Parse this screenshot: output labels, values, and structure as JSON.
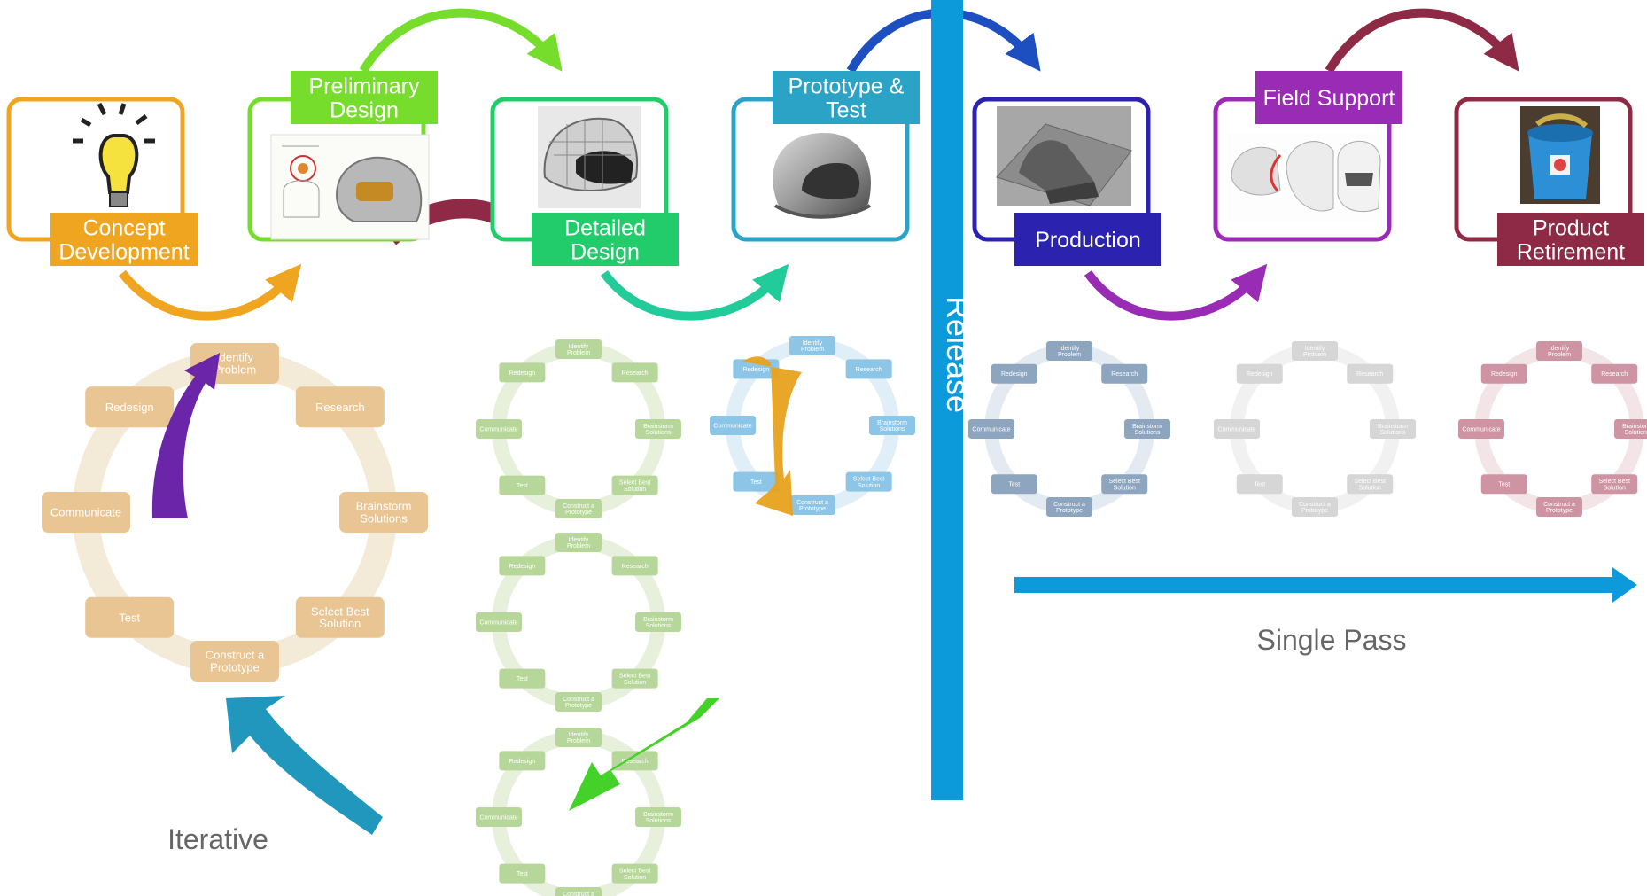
{
  "stages": [
    {
      "id": "concept",
      "label_lines": [
        "Concept",
        "Development"
      ],
      "color": "#F0A521"
    },
    {
      "id": "preliminary",
      "label_lines": [
        "Preliminary",
        "Design"
      ],
      "color": "#77DD2C"
    },
    {
      "id": "detailed",
      "label_lines": [
        "Detailed",
        "Design"
      ],
      "color": "#22CC6A"
    },
    {
      "id": "prototype",
      "label_lines": [
        "Prototype &",
        "Test"
      ],
      "color": "#2AA3C7"
    },
    {
      "id": "production",
      "label_lines": [
        "Production"
      ],
      "color": "#2B22B0"
    },
    {
      "id": "field",
      "label_lines": [
        "Field Support"
      ],
      "color": "#9A2BB5"
    },
    {
      "id": "retirement",
      "label_lines": [
        "Product",
        "Retirement"
      ],
      "color": "#8E2A45"
    }
  ],
  "release_label": "Release",
  "release_color": "#0D9ADB",
  "iterative_label": "Iterative",
  "single_pass_label": "Single Pass",
  "cycle_steps": {
    "identify": [
      "Identify",
      "Problem"
    ],
    "research": [
      "Research"
    ],
    "brainstorm": [
      "Brainstorm",
      "Solutions"
    ],
    "select": [
      "Select Best",
      "Solution"
    ],
    "construct": [
      "Construct a",
      "Prototype"
    ],
    "test": [
      "Test"
    ],
    "communicate": [
      "Communicate"
    ],
    "redesign": [
      "Redesign"
    ]
  },
  "cycle_colors": {
    "main": {
      "box": "#E8C592",
      "ring": "#F4EAD8",
      "text": "#ffffff"
    },
    "green": {
      "box": "#B7D79A",
      "ring": "#E6F0DB",
      "text": "#ffffff"
    },
    "blue": {
      "box": "#8DC5E6",
      "ring": "#E0EEF7",
      "text": "#ffffff"
    },
    "slate": {
      "box": "#8DA5BE",
      "ring": "#E4EAF1",
      "text": "#ffffff"
    },
    "grey": {
      "box": "#D6D6D6",
      "ring": "#F1F1F1",
      "text": "#ffffff"
    },
    "rose": {
      "box": "#CE94A4",
      "ring": "#F3E4E8",
      "text": "#ffffff"
    }
  },
  "icons": {
    "concept": "lightbulb-icon",
    "preliminary": "helmet-sketch-icon",
    "detailed": "helmet-mesh-icon",
    "prototype": "helmet-render-icon",
    "production": "mold-icon",
    "field": "helmet-parts-icon",
    "retirement": "recycle-bin-icon"
  }
}
